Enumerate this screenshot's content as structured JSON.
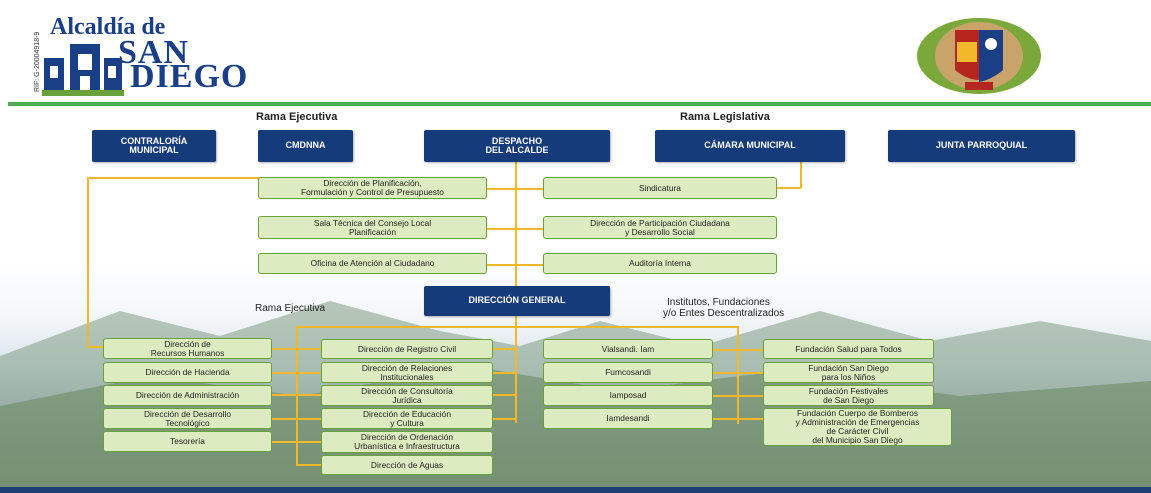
{
  "header": {
    "logo_line1": "Alcaldía de",
    "logo_line2": "SAN",
    "logo_line3": "DIEGO",
    "rif": "RIF: G-20004918-9",
    "seal_icon": "coat-of-arms-icon"
  },
  "labels": {
    "rama_ejecutiva_top": "Rama Ejecutiva",
    "rama_legislativa": "Rama Legislativa",
    "rama_ejecutiva_lower": "Rama Ejecutiva",
    "institutos_line1": "Institutos, Fundaciones",
    "institutos_line2": "y/o Entes Descentralizados"
  },
  "top_boxes": {
    "contraloria": "CONTRALORÍA\nMUNICIPAL",
    "cmdnna": "CMDNNA",
    "despacho": "DESPACHO\nDEL ALCALDE",
    "camara": "CÁMARA MUNICIPAL",
    "junta": "JUNTA PARROQUIAL"
  },
  "staff_left": [
    "Dirección de Planificación,\nFormulación y Control de Presupuesto",
    "Sala Técnica del Consejo Local\nPlanificación",
    "Oficina de Atención al Ciudadano"
  ],
  "staff_right": [
    "Sindicatura",
    "Dirección de Participación Ciudadana\ny Desarrollo Social",
    "Auditoría Interna"
  ],
  "direccion_general": "DIRECCIÓN GENERAL",
  "col1": [
    "Dirección de\nRecursos Humanos",
    "Dirección de Hacienda",
    "Dirección de Administración",
    "Dirección de Desarrollo\nTecnológico",
    "Tesorería"
  ],
  "col2": [
    "Dirección de Registro Civil",
    "Dirección de Relaciones\nInstitucionales",
    "Dirección de Consultoría\nJurídica",
    "Dirección de Educación\ny Cultura",
    "Dirección de Ordenación\nUrbanística e Infraestructura",
    "Dirección de Aguas"
  ],
  "col3": [
    "Vialsandi. Iam",
    "Fumcosandi",
    "Iamposad",
    "Iamdesandi"
  ],
  "col4": [
    "Fundación Salud para Todos",
    "Fundación San Diego\npara los Niños",
    "Fundación Festivales\nde San Diego",
    "Fundación Cuerpo de Bomberos\ny Administración de Emergencias\nde Carácter Civil\ndel Municipio San Diego"
  ],
  "colors": {
    "blue": "#163b7a",
    "green_fill": "#dcecc0",
    "green_border": "#6aa23a",
    "connector": "#f2b829",
    "header_line": "#4caf50"
  }
}
